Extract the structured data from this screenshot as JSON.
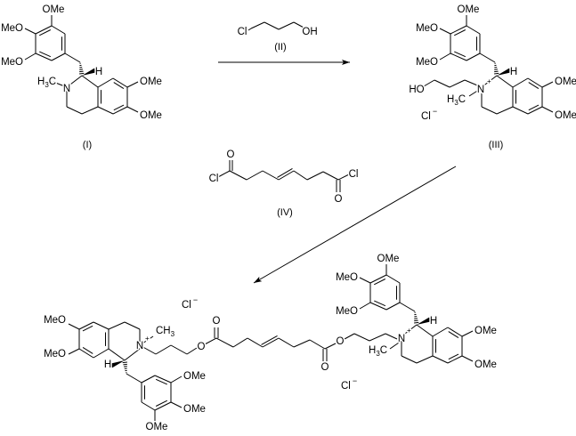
{
  "title": "Synthesis scheme",
  "compound_I": {
    "label": "(I)",
    "ome_top": "OMe",
    "meo_upper": "MeO",
    "meo_lower": "MeO",
    "h": "H",
    "n": "N",
    "methyl_h": "H",
    "methyl_3": "3",
    "methyl_c": "C",
    "ome_7": "OMe",
    "ome_6": "OMe"
  },
  "reagent_II": {
    "label": "(II)",
    "cl": "Cl",
    "oh": "OH"
  },
  "compound_III": {
    "label": "(III)",
    "ome_top": "OMe",
    "meo_upper": "MeO",
    "meo_lower": "MeO",
    "h": "H",
    "n": "N",
    "plus": "+",
    "ho": "HO",
    "methyl_h": "H",
    "methyl_3": "3",
    "methyl_c": "C",
    "ome_7": "OMe",
    "ome_6": "OMe",
    "counterion": "Cl",
    "charge": "−"
  },
  "reagent_IV": {
    "label": "(IV)",
    "cl_left": "Cl",
    "cl_right": "Cl",
    "o_top": "O",
    "o_bottom": "O"
  },
  "product": {
    "left": {
      "meo_6": "MeO",
      "meo_7": "MeO",
      "h": "H",
      "n": "N",
      "plus": "+",
      "methyl_c": "CH",
      "methyl_3": "3",
      "ome_a": "OMe",
      "ome_b": "OMe",
      "ome_c": "OMe",
      "counterion": "Cl",
      "charge": "−"
    },
    "linker": {
      "o_ester_left": "O",
      "o_carbonyl_left": "O",
      "o_ester_right": "O",
      "o_carbonyl_right": "O"
    },
    "right": {
      "ome_top": "OMe",
      "meo_upper": "MeO",
      "meo_lower": "MeO",
      "h": "H",
      "n": "N",
      "plus": "+",
      "methyl_h": "H",
      "methyl_3": "3",
      "methyl_c": "C",
      "ome_7": "OMe",
      "ome_6": "OMe",
      "counterion": "Cl",
      "charge": "−"
    }
  }
}
